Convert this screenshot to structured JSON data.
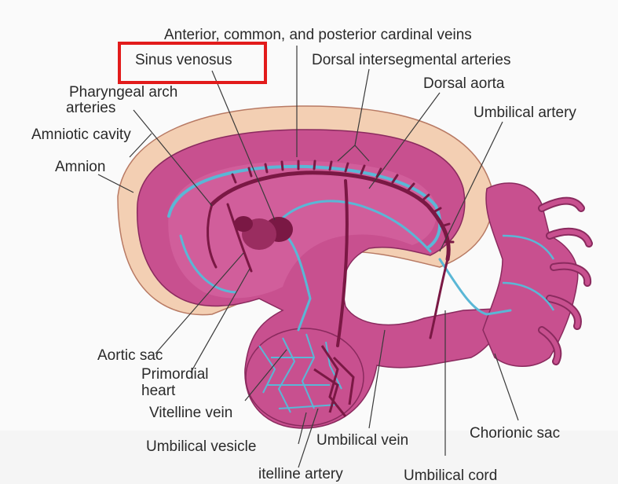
{
  "diagram": {
    "labels": {
      "cardinal_veins": "Anterior, common, and posterior cardinal veins",
      "sinus_venosus": "Sinus venosus",
      "dorsal_intersegmental": "Dorsal intersegmental arteries",
      "pharyngeal_line1": "Pharyngeal arch",
      "pharyngeal_line2": "arteries",
      "dorsal_aorta": "Dorsal aorta",
      "umbilical_artery": "Umbilical artery",
      "amniotic_cavity": "Amniotic cavity",
      "amnion": "Amnion",
      "aortic_sac": "Aortic sac",
      "primordial_line1": "Primordial",
      "primordial_line2": "heart",
      "vitelline_vein": "Vitelline vein",
      "umbilical_vesicle": "Umbilical vesicle",
      "umbilical_vein": "Umbilical vein",
      "chorionic_sac": "Chorionic sac",
      "vitelline_artery": "itelline artery",
      "umbilical_cord": "Umbilical cord"
    },
    "highlighted_label": "Sinus venosus",
    "colors": {
      "highlight": "#e21b1b",
      "embryo_tissue": "#c8508f",
      "amnion_layer": "#f3cfb3",
      "vein": "#5ab7d6",
      "artery": "#7a1844"
    }
  }
}
